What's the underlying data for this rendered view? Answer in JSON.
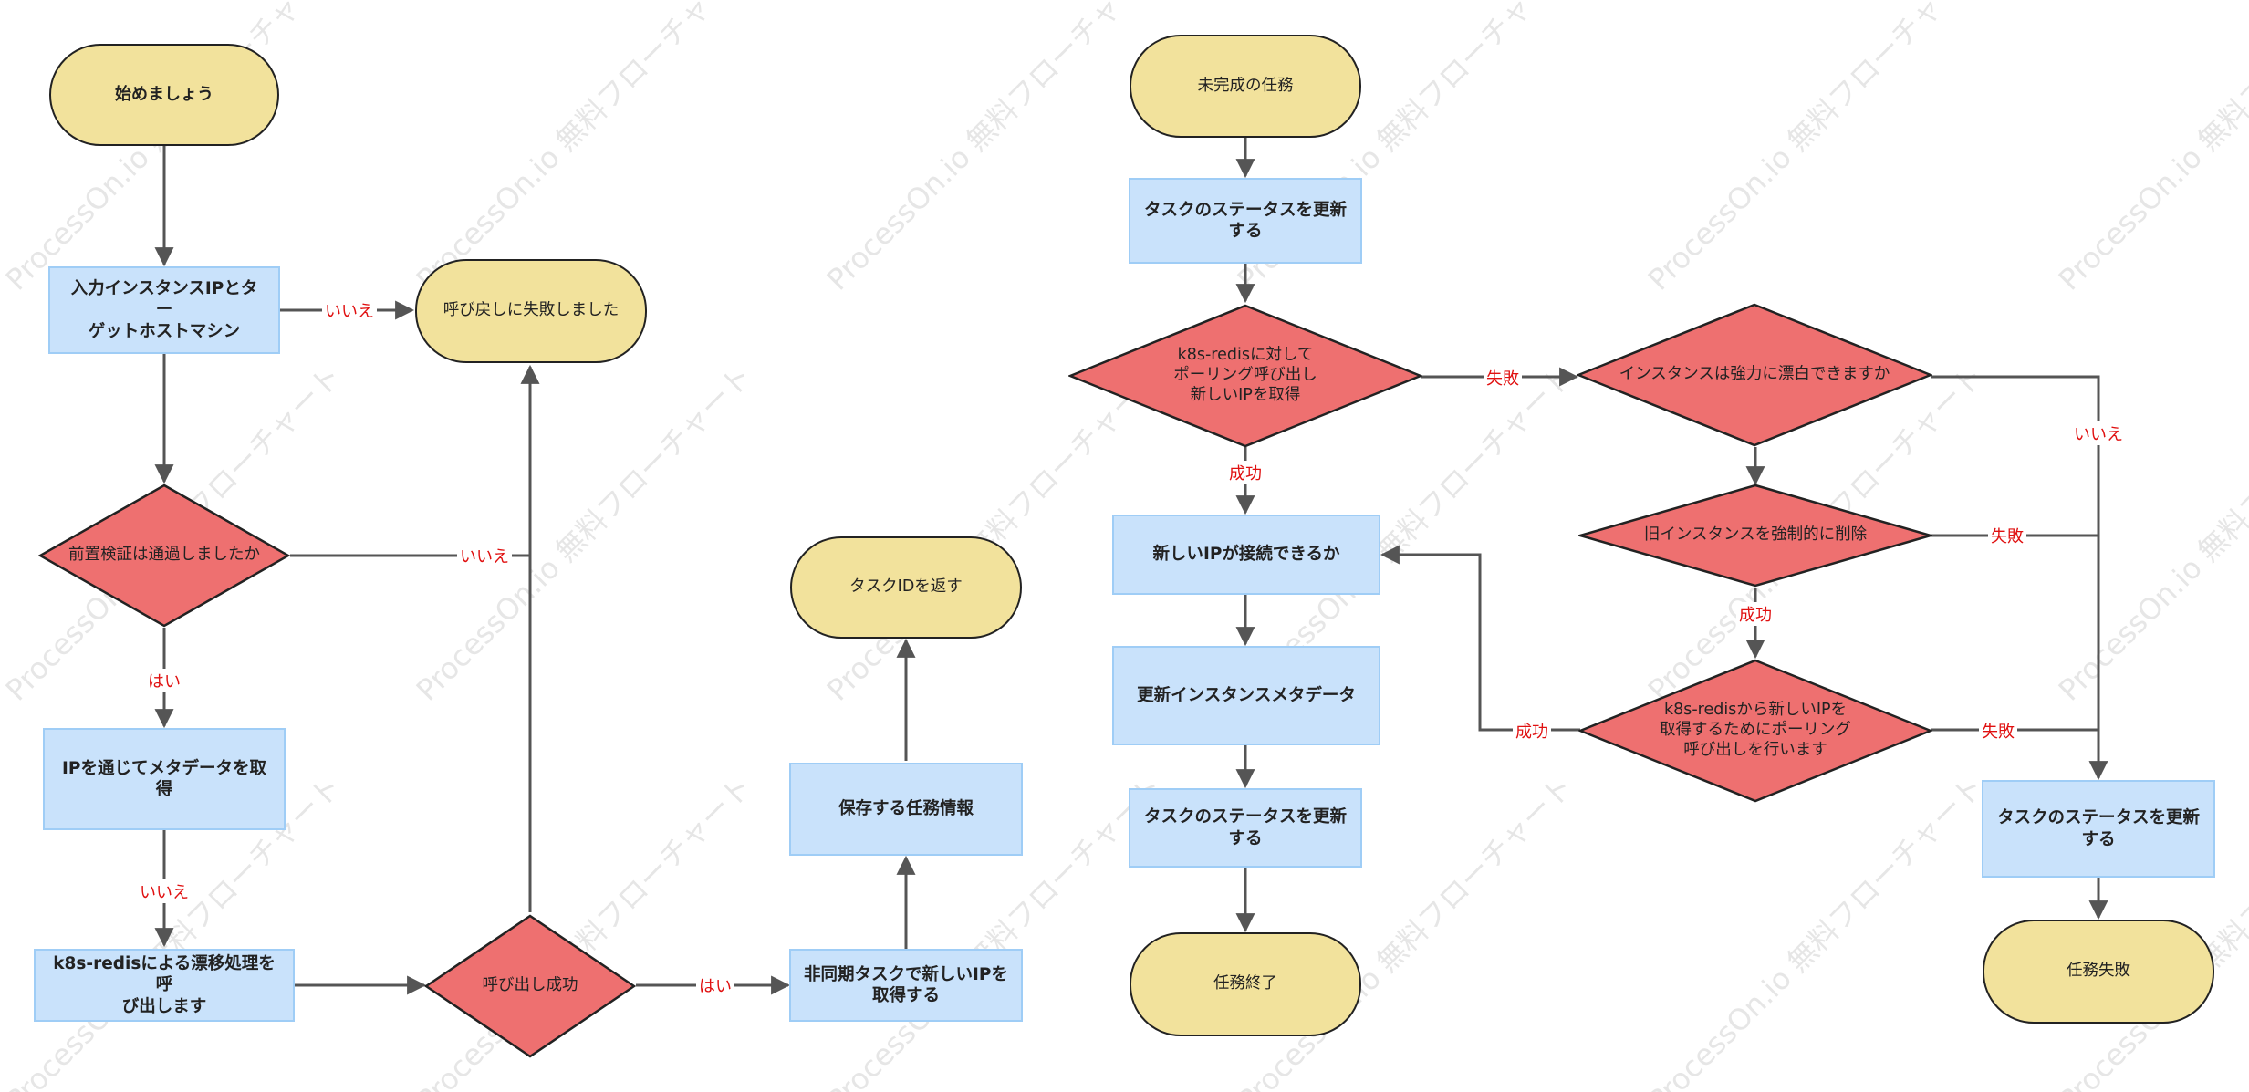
{
  "watermark": "ProcessOn.io 無料フローチャート",
  "colors": {
    "terminal": "#f2e29c",
    "process": "#c9e2fb",
    "decision": "#ee7070",
    "edge": "#555555",
    "edge_label": "#e01010"
  },
  "nodes": {
    "start": "始めましょう",
    "input_ip": "入力インスタンスIPとター\nゲットホストマシン",
    "callback_fail": "呼び戻しに失敗しました",
    "precheck": "前置検証は通過しましたか",
    "fetch_meta": "IPを通じてメタデータを取得",
    "k8s_drift": "k8s-redisによる漂移処理を呼\nび出します",
    "call_success": "呼び出し成功",
    "async_task": "非同期タスクで新しいIPを\n取得する",
    "save_task": "保存する任務情報",
    "return_task_id": "タスクIDを返す",
    "unfinished": "未完成の任務",
    "update_status_1": "タスクのステータスを更新\nする",
    "poll_k8s": "k8s-redisに対して\nポーリング呼び出し\n新しいIPを取得",
    "new_ip_connect": "新しいIPが接続できるか",
    "update_meta": "更新インスタンスメタデータ",
    "update_status_2": "タスクのステータスを更新\nする",
    "task_end": "任務終了",
    "force_drift": "インスタンスは強力に漂白できますか",
    "force_delete": "旧インスタンスを強制的に削除",
    "poll_new_ip": "k8s-redisから新しいIPを\n取得するためにポーリング\n呼び出しを行います",
    "update_status_3": "タスクのステータスを更新\nする",
    "task_fail": "任務失敗"
  },
  "edge_labels": {
    "no_1": "いいえ",
    "no_2": "いいえ",
    "yes_1": "はい",
    "no_3": "いいえ",
    "yes_2": "はい",
    "success_1": "成功",
    "fail_1": "失敗",
    "no_4": "いいえ",
    "fail_2": "失敗",
    "success_2": "成功",
    "success_3": "成功",
    "fail_3": "失敗"
  }
}
